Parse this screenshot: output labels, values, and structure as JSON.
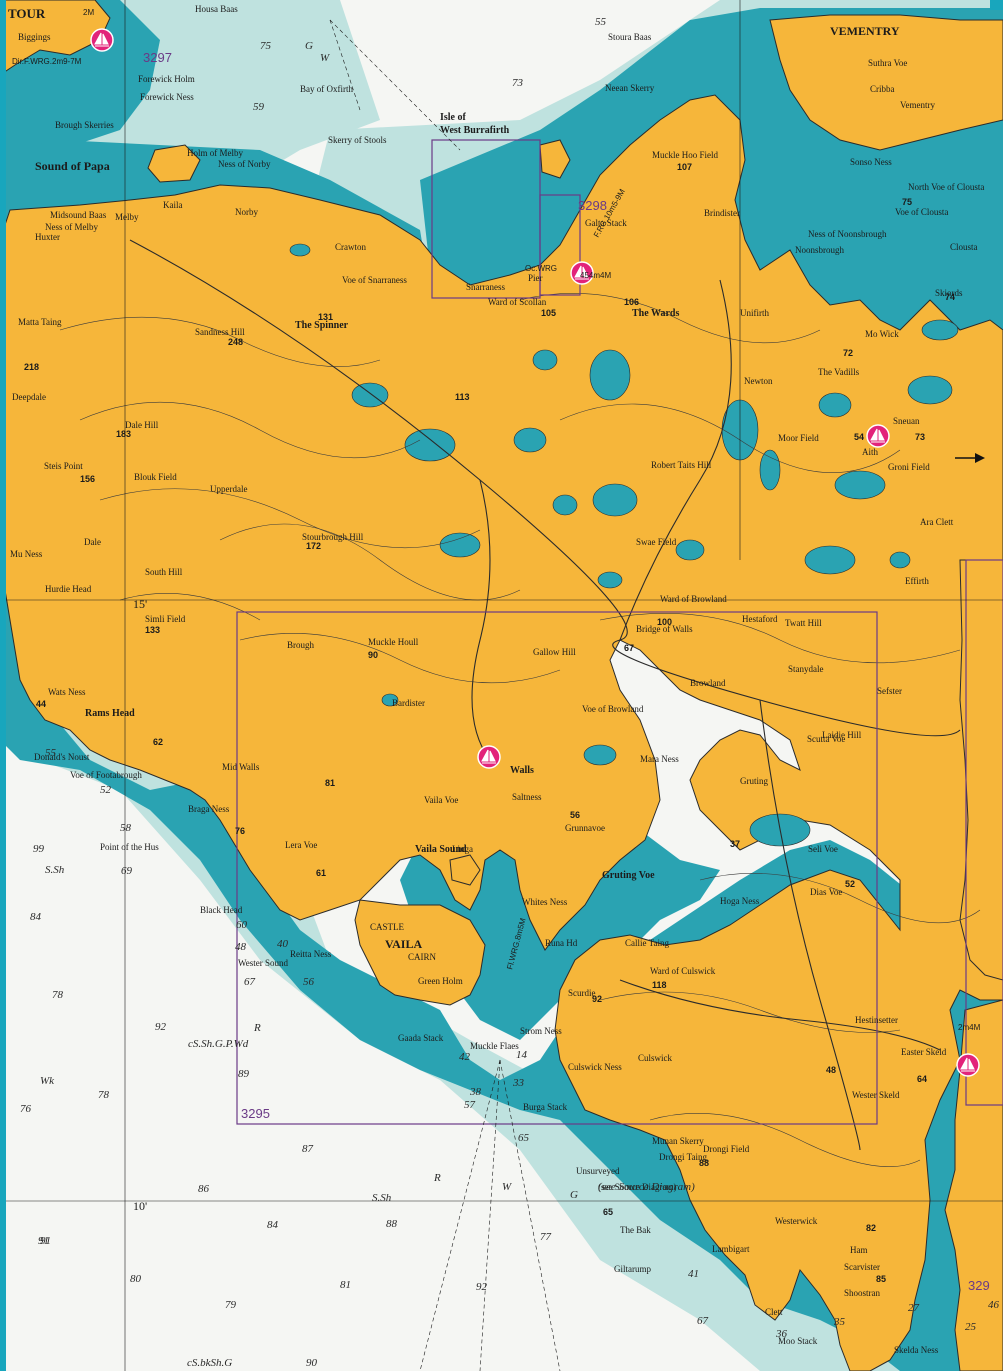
{
  "colors": {
    "sea": "#f5f6f3",
    "shallow": "#bfe2df",
    "drying": "#2aa3b2",
    "land": "#f6b63a",
    "lake": "#2aa3b2",
    "chart_border": "#6a3a86",
    "marina": "#e2237a",
    "page_edge": "#18a6bd"
  },
  "icons": {
    "marina": "marina-sailboat-icon",
    "direction": "direction-arrow-icon"
  },
  "place_names": [
    "VEMENTRY",
    "Sound of Papa",
    "Isle of",
    "West Burrafirth",
    "Huxter",
    "Crawton",
    "Norby",
    "The Spinner",
    "Sandness Hill",
    "Dale Hill",
    "Matta Taing",
    "Deepdale",
    "Mu Ness",
    "South Hill",
    "Simli Field",
    "Stourbrough Hill",
    "Upperdale",
    "Rams Head",
    "Brough",
    "Muckle Houll",
    "Bardister",
    "Gallow Hill",
    "Walls",
    "Mara Ness",
    "Grunnavoe",
    "Lera Voe",
    "Vaila Sound",
    "Linga",
    "VAILA",
    "CASTLE",
    "CAIRN",
    "Braga Ness",
    "Black Head",
    "Gruting Voe",
    "Hoga Ness",
    "Ward of Culswick",
    "Culswick Ness",
    "Westerwick",
    "Skelda Ness",
    "Shoostran",
    "Scarvister",
    "Moor Field",
    "Sneuan",
    "Groni Field",
    "Aith",
    "Effirth",
    "Twatt Hill",
    "Stanydale",
    "Sefster",
    "Laidie Hill",
    "Gruting",
    "Browland",
    "Bridge of Walls",
    "Ward of Browland",
    "Swae Field",
    "Robert Taits Hill",
    "The Vadills",
    "Skiords",
    "Ness of Noonsbrough",
    "Mo Wick",
    "Newton",
    "Unifirth",
    "Muckle Hoo Field",
    "Brindister",
    "The Wards",
    "Ward of Scollan",
    "Snarraness",
    "Pier",
    "Unsurveyed",
    "(see Source Diagram)",
    "Voe of Footabrough",
    "Point of the Hus",
    "Wester Sound",
    "Reitta Ness",
    "Strom Ness",
    "Muckle Flaes",
    "Burga Stack",
    "Munan Skerry",
    "Drongi Taing",
    "Drongi Field",
    "The Bak",
    "Giltarump",
    "Clett",
    "Moo Stack",
    "Wats Ness",
    "Donald's Noust",
    "Holm of Melby",
    "Kaila",
    "Melby",
    "Ness of Melby",
    "Midsound Baas",
    "Brough Skerries",
    "Forewick Ness",
    "Forewick Holm",
    "Housa Baas",
    "Biggings",
    "Stoura Baas",
    "Neean Skerry",
    "North Voe of Clousta",
    "Clousta",
    "Voe of Clousta",
    "Sonso Ness",
    "Suthra Voe",
    "Cribba",
    "Hestaford",
    "Ara Clett",
    "Seli Voe",
    "Dias Voe",
    "Scutta Voe",
    "Hestinsetter",
    "Easter Skeld",
    "Wester Skeld",
    "Scurdie",
    "Callie Taing",
    "Whites Ness",
    "Saltness",
    "Vaila Voe",
    "Voe of Browland",
    "Green Holm",
    "Gaada Stack",
    "Runa Hd",
    "Mid Walls",
    "Dale",
    "Blouk Field",
    "Steis Point",
    "Culswick",
    "Lambigart",
    "Ham",
    "Noonsbrough",
    "Voe of Snarraness",
    "Galta Stack",
    "Bay of Oxfirth",
    "Ness of Norby",
    "Skerry of Stools",
    "Vementry",
    "Hurdie Head"
  ],
  "hill_heights": [
    "248",
    "218",
    "183",
    "156",
    "133",
    "131",
    "113",
    "107",
    "106",
    "105",
    "100",
    "90",
    "81",
    "76",
    "75",
    "74",
    "73",
    "72",
    "61",
    "54",
    "52",
    "48",
    "44",
    "37",
    "118",
    "92",
    "85",
    "82",
    "88",
    "65",
    "64",
    "62",
    "67",
    "56",
    "172"
  ],
  "depths": [
    "55",
    "99",
    "84",
    "78",
    "92",
    "89",
    "76",
    "78",
    "87",
    "86",
    "84",
    "88",
    "91",
    "80",
    "79",
    "81",
    "90",
    "92",
    "77",
    "67",
    "65",
    "33",
    "38",
    "57",
    "42",
    "14",
    "60",
    "67",
    "56",
    "69",
    "58",
    "52",
    "55",
    "48",
    "40",
    "75",
    "91",
    "73",
    "59",
    "36",
    "35",
    "46",
    "41",
    "27",
    "25"
  ],
  "chart_numbers": [
    "3295",
    "3297",
    "3298",
    "329"
  ],
  "light_labels": [
    "Dir.F.WRG.2m9-7M",
    "Oc.WRG",
    "Fl.WRG.8m5M",
    "454m4M",
    "F.RG.10m5-9M",
    "2m4M"
  ],
  "bottom_codes": [
    "S.Sh",
    "cS.Sh.G.P.Wd",
    "S.Sh",
    "cS.bkSh.G",
    "(see Source Diagram)",
    "Wk",
    "R",
    "G",
    "W",
    "R",
    "G",
    "W"
  ],
  "latitude_labels": [
    "15'",
    "10'"
  ],
  "top_labels": [
    "TOUR",
    "2M"
  ]
}
